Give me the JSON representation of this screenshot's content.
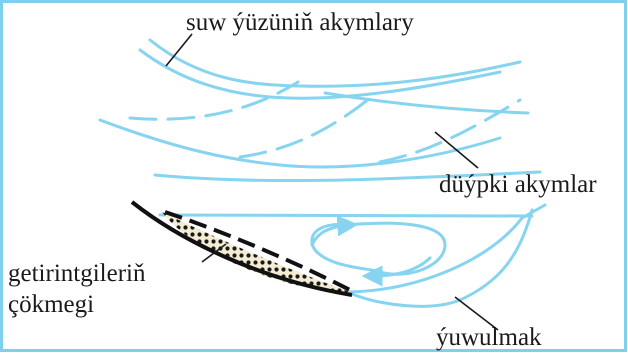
{
  "diagram": {
    "labels": {
      "surface_currents": "suw ýüzüniň akymlary",
      "bottom_currents": "düýpki akymlar",
      "deposition_line1": "getirintgileriň",
      "deposition_line2": "çökmegi",
      "erosion": "ýuwulmak"
    },
    "colors": {
      "frame": "#7fd0ec",
      "current_lines": "#86d4f0",
      "sediment_dots": "#1a1a1a",
      "sediment_fill": "#f4ecd2",
      "bank_line": "#111111",
      "label_text": "#1a1a1a"
    }
  }
}
